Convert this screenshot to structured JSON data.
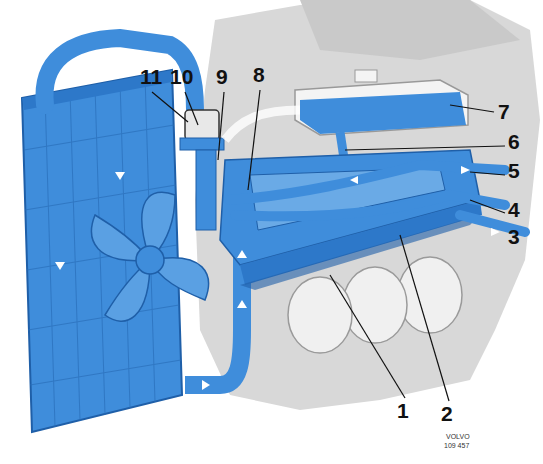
{
  "diagram": {
    "labels": [
      "1",
      "2",
      "3",
      "4",
      "5",
      "6",
      "7",
      "8",
      "9",
      "10",
      "11",
      "VOLVO",
      "109 457"
    ]
  }
}
